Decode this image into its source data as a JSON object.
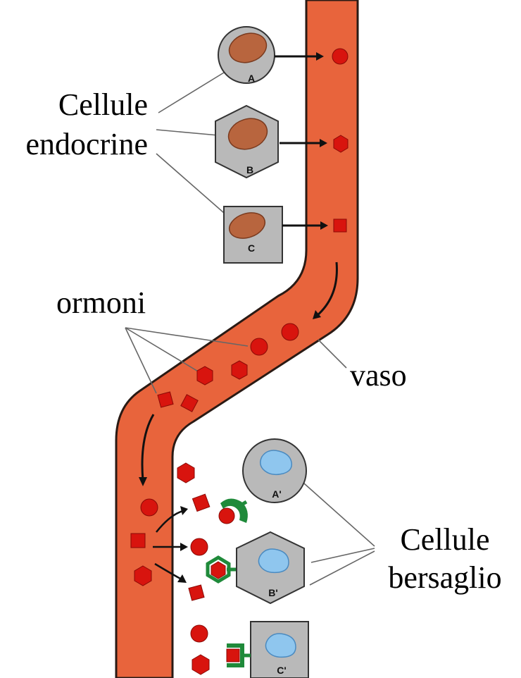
{
  "labels": {
    "endocrine_line1": "Cellule",
    "endocrine_line2": "endocrine",
    "hormones": "ormoni",
    "vessel": "vaso",
    "target_line1": "Cellule",
    "target_line2": "bersaglio"
  },
  "cells": {
    "endocrine": [
      "A",
      "B",
      "C"
    ],
    "target": [
      "A'",
      "B'",
      "C'"
    ]
  },
  "colors": {
    "vessel": "#e8643c",
    "hormone": "#d8140e",
    "cell": "#b9b9b9",
    "endocrine_nucleus": "#b8653e",
    "target_nucleus": "#8fc6ee",
    "receptor": "#1f8a3a"
  }
}
